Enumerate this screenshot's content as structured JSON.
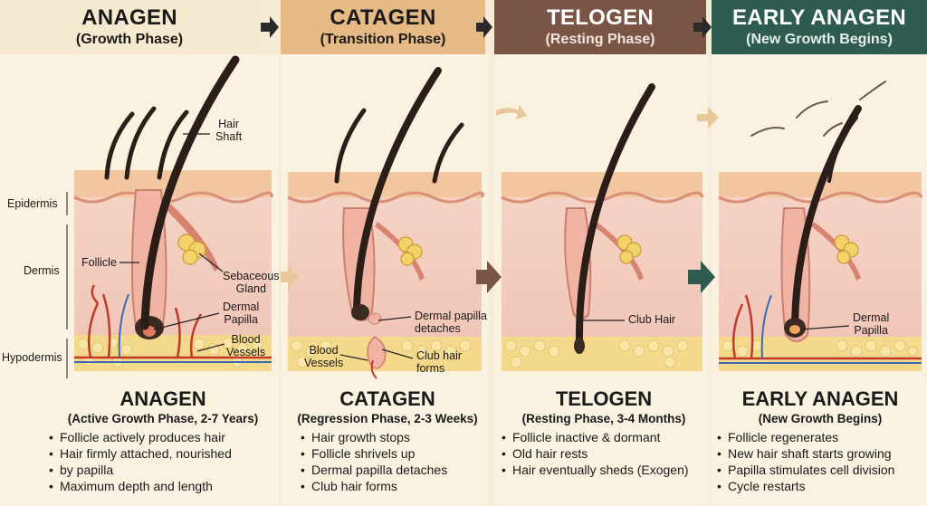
{
  "phases": [
    {
      "header_title": "ANAGEN",
      "header_sub": "(Growth Phase)",
      "title": "ANAGEN",
      "subtitle": "(Active Growth Phase, 2-7 Years)",
      "bullets": [
        "Follicle actively produces hair",
        "Hair firmly attached, nourished",
        "by papilla",
        "Maximum depth and length"
      ],
      "labels": {
        "shaft": "Hair\nShaft",
        "follicle": "Follicle",
        "gland": "Sebaceous\nGland",
        "papilla": "Dermal\nPapilla",
        "vessels": "Blood\nVessels"
      }
    },
    {
      "header_title": "CATAGEN",
      "header_sub": "(Transition Phase)",
      "title": "CATAGEN",
      "subtitle": "(Regression Phase, 2-3 Weeks)",
      "bullets": [
        "Hair growth stops",
        "Follicle shrivels up",
        "Dermal papilla detaches",
        "Club hair forms"
      ],
      "labels": {
        "papilla": "Dermal papilla\ndetaches",
        "vessels": "Blood\nVessels",
        "club": "Club hair\nforms"
      }
    },
    {
      "header_title": "TELOGEN",
      "header_sub": "(Resting Phase)",
      "title": "TELOGEN",
      "subtitle": "(Resting Phase, 3-4 Months)",
      "bullets": [
        "Follicle inactive & dormant",
        "Old hair rests",
        "Hair eventually sheds (Exogen)"
      ],
      "labels": {
        "club": "Club Hair"
      }
    },
    {
      "header_title": "EARLY ANAGEN",
      "header_sub": "(New Growth Begins)",
      "title": "EARLY ANAGEN",
      "subtitle": "(New Growth Begins)",
      "bullets": [
        "Follicle regenerates",
        "New hair shaft starts growing",
        "Papilla stimulates cell division",
        "Cycle restarts"
      ],
      "labels": {
        "papilla": "Dermal\nPapilla"
      }
    }
  ],
  "layers": [
    "Epidermis",
    "Dermis",
    "Hypodermis"
  ],
  "colors": {
    "anagen": "#f3e6c9",
    "catagen": "#e6b985",
    "telogen": "#7a5445",
    "early_anagen": "#2f5c50",
    "skin": "#f2c9a8",
    "dermis": "#f3d2c2",
    "fat": "#f4d98c",
    "hair": "#2b1d17"
  }
}
